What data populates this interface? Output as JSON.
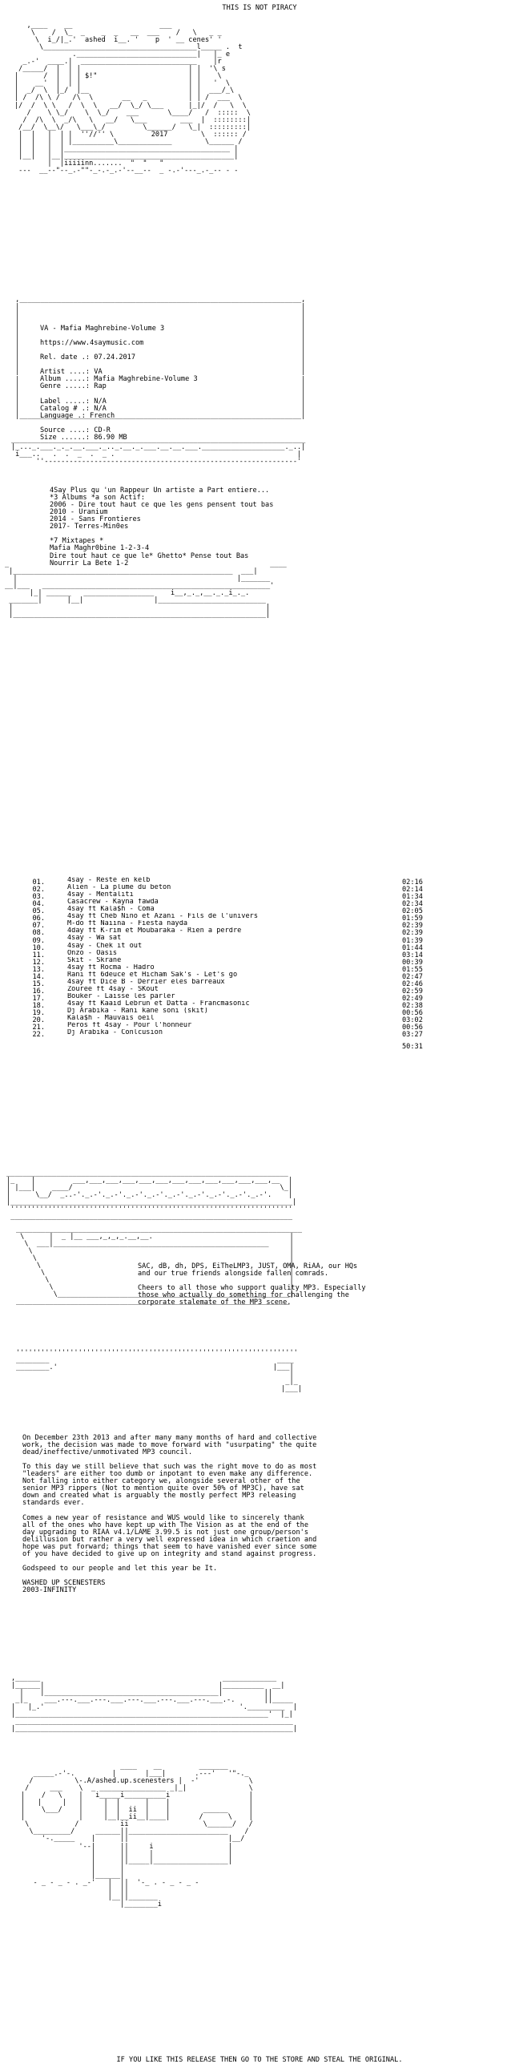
{
  "header": "THIS IS NOT PIRACY",
  "footer": "IF YOU LIKE THIS RELEASE THEN GO TO THE STORE AND STEAL THE ORIGINAL.",
  "logo": {
    "group_art": "   ,____    __                     ___ \n    \\    /  \\_  _    _  _   __  ___    /   \\   _ _\n     \\  i_/|_.'  ashed  i__. '    p  ' __ cenes' '  \n      \\_____________________________________l_____ .  t\n              ._____________________________|   |_ e\n  _.-'  ____.|  ____________________________    |r\n /_____/  |  | |                          | |  '\\ s\n|      /  |  | | $!\"                      | |    \\\n|    __'  |  | |                          | |   '  \\\n|  _/  \\  |_/  |__                        | |  ___/_\\\n| /  /\\ \\ /   /\\  \\       __   _          | | /  ___  \\\n|/  /  \\ \\   /  \\  \\   __/  \\_/ \\___      |_|/  /   \\  \\\n   /    \\ \\_/    \\  \\_/    ___       \\____/   /  :::::  \\\n  /  /\\  \\  _/\\   \\   __/   \\___        ___  |  ::::::::|\n /__/  \\__\\/   \\___\\_/         \\______/   \\_|  :::::::::|\n |  |   |  | |  ''//'' \\         2017        \\  :::::: /\n |  |   |  | |__________\\_____________        \\______ /\n |  |   |  |________________________________________ |\n |__|   |__|_________________________________________|\n        |  |iiiiinn.......  \"  \"   \"\n ---  __--\"--_.-\"\"-_-.-_.-'--__--  _ -.-'---_.-_-- - -",
    "bottom_art": "                        ____    __         _______\n   _____.-'-.         |       |___|       .---'   '\"-._\n  /          \\-.A/ashed.up.scenesters |  -'            \\\n /     ___    \\  _ ________________ _|_|               \\\n|    /   \\    |   i_____i__________i                   |\n|   |     |   |     |  |      |    |                   |\n|    \\___/    |     |  |  ii  |    |        ______     |\n|             |     |__|__ii__|____|       /      \\    |\n \\           /          ii                  \\______/   /\n  \\_________/     ______||________________________    /\n     '-._____    |      ||                        |__/\n              '--|      ||     i                  |\n                 |      ||     |                  |\n                 |      ||_____|__________________|\n                 |      |\n                 |______|\n   - _ - _ - . _-'   |  ||  '-_ . - _ - _ -\n                     |  ||\n                     |__||_______\n                        |________i"
  },
  "release": {
    "title_line": "VA - Mafia Maghrebine-Volume 3",
    "url": "https://www.4saymusic.com",
    "rel_date_label": "Rel. date .:",
    "rel_date": "07.24.2017",
    "artist_label": "Artist ....:",
    "artist": "VA",
    "album_label": "Album .....:",
    "album": "Mafia Maghrebine-Volume 3",
    "genre_label": "Genre .....:",
    "genre": "Rap",
    "label_label": "Label .....:",
    "label": "N/A",
    "catalog_label": "Catalog # .:",
    "catalog": "N/A",
    "language_label": "Language .:",
    "language": "French",
    "source_label": "Source ....:",
    "source": "CD-R",
    "size_label": "Size ......:",
    "size": "86.90 MB"
  },
  "bio": {
    "lines": [
      "4Say Plus qu 'un Rappeur Un artiste a Part entiere...",
      "*3 Albums *a son Actif:",
      "2006 - Dire tout haut ce que les gens pensent tout bas",
      "2010 - Uranium",
      "2014 - Sans Frontieres",
      "2017- Terres-Min0es",
      "",
      "*7 Mixtapes *",
      "Mafia Maghr0bine 1-2-3-4",
      "Dire tout haut ce que le* Ghetto* Pense tout Bas",
      "Nourrir La Bete 1-2"
    ]
  },
  "tracklist": {
    "tracks": [
      {
        "num": "01.",
        "title": "4say - Reste en kelb",
        "time": "02:16"
      },
      {
        "num": "02.",
        "title": "Alien - La plume du beton",
        "time": "02:14"
      },
      {
        "num": "03.",
        "title": "4say - Mentaliti",
        "time": "01:34"
      },
      {
        "num": "04.",
        "title": "Casacrew - Kayna fawda",
        "time": "02:34"
      },
      {
        "num": "05.",
        "title": "4say ft Kala$h - Coma",
        "time": "02:05"
      },
      {
        "num": "06.",
        "title": "4say ft Cheb Nino et Azani - Fils de l'univers",
        "time": "01:59"
      },
      {
        "num": "07.",
        "title": "M-do ft Naiina - Fiesta nayda",
        "time": "02:39"
      },
      {
        "num": "08.",
        "title": "4day ft K-rim et Moubaraka - Rien a perdre",
        "time": "02:39"
      },
      {
        "num": "09.",
        "title": "4say - Wa sat",
        "time": "01:39"
      },
      {
        "num": "10.",
        "title": "4say - Chek it out",
        "time": "01:44"
      },
      {
        "num": "11.",
        "title": "Onzo - Oasis",
        "time": "03:14"
      },
      {
        "num": "12.",
        "title": "Skit - Skrane",
        "time": "00:39"
      },
      {
        "num": "13.",
        "title": "4say ft Rocma - Hadro",
        "time": "01:55"
      },
      {
        "num": "14.",
        "title": "Rani ft 6deuce et Hicham Sak's - Let's go",
        "time": "02:47"
      },
      {
        "num": "15.",
        "title": "4say ft Dice B - Derrier eles barreaux",
        "time": "02:46"
      },
      {
        "num": "16.",
        "title": "Zouree ft 4say - SKout",
        "time": "02:59"
      },
      {
        "num": "17.",
        "title": "Bouker - Laisse les parler",
        "time": "02:49"
      },
      {
        "num": "18.",
        "title": "4say ft Kaaid Lebrun et Datta - Francmasonic",
        "time": "02:38"
      },
      {
        "num": "19.",
        "title": "Dj Arabika - Rani kane soni (skit)",
        "time": "00:56"
      },
      {
        "num": "20.",
        "title": "Kala$h - Mauvais oeil",
        "time": "03:02"
      },
      {
        "num": "21.",
        "title": "Peros ft 4say - Pour l'honneur",
        "time": "00:56"
      },
      {
        "num": "22.",
        "title": "Dj Arabika - Conlcusion",
        "time": "03:27"
      }
    ],
    "total_time": "50:31"
  },
  "greets": {
    "line1": "SAC, dB, dh, DPS, EiTheLMP3, JUST, OMA, RiAA, our HQs",
    "line2": "and our true friends alongside fallen comrads.",
    "line3": "Cheers to all those who support quality MP3. Especially",
    "line4": "those who actually do something for challenging the",
    "line5": "corporate stalemate of the MP3 scene."
  },
  "manifesto": {
    "p1": "On December 23th 2013 and after many many months of hard and collective\nwork, the decision was made to move forward with \"usurpating\" the quite\ndead/ineffective/unmotivated MP3 council.",
    "p2": "To this day we still believe that such was the right move to do as most\n\"leaders\" are either too dumb or inpotant to even make any difference.\nNot falling into either category we, alongside several other of the\nsenior MP3 rippers (Not to mention quite over 50% of MP3C), have sat\ndown and created what is arguably the mostly perfect MP3 releasing\nstandards ever.",
    "p3": "Comes a new year of resistance and WUS would like to sincerely thank\nall of the ones who have kept up with The Vision as at the end of the\nday upgrading to RIAA v4.1/LAME 3.99.5 is not just one group/person's\ndelillusion but rather a very well expressed idea in which craetion and\nhope was put forward; things that seem to have vanished ever since some\nof you have decided to give up on integrity and stand against progress.",
    "p4": "Godspeed to our people and let this year be It.",
    "sig1": "WASHED UP SCENESTERS",
    "sig2": "2003-INFINITY"
  }
}
